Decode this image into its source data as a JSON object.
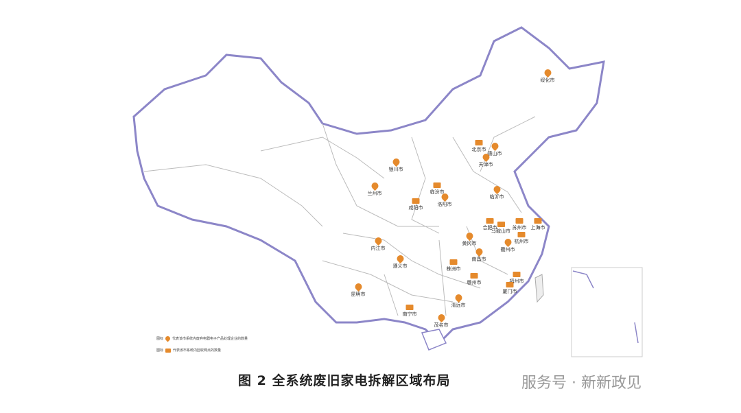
{
  "caption": "图 2  全系统废旧家电拆解区域布局",
  "watermark": "服务号 · 新新政见",
  "colors": {
    "marker": "#e58a2c",
    "border": "#8c86c8",
    "province": "#bbbbbb",
    "label_blue": "#4aa8d8"
  },
  "legend": [
    {
      "icon": "pin-marker",
      "prefix": "图标",
      "text": "代表该市系统内废弃电器电子产品处理企业的数量"
    },
    {
      "icon": "box-marker",
      "prefix": "图标",
      "text": "代表该市系统内回收网点的数量"
    }
  ],
  "cities": [
    {
      "name": "绥化市",
      "type": "pin"
    },
    {
      "name": "北京市",
      "type": "box"
    },
    {
      "name": "唐山市",
      "type": "pin"
    },
    {
      "name": "天津市",
      "type": "pin"
    },
    {
      "name": "银川市",
      "type": "pin"
    },
    {
      "name": "兰州市",
      "type": "pin"
    },
    {
      "name": "临汾市",
      "type": "box"
    },
    {
      "name": "洛阳市",
      "type": "pin"
    },
    {
      "name": "咸阳市",
      "type": "box"
    },
    {
      "name": "临沂市",
      "type": "pin"
    },
    {
      "name": "合肥市",
      "type": "box"
    },
    {
      "name": "马鞍山市",
      "type": "box"
    },
    {
      "name": "苏州市",
      "type": "box"
    },
    {
      "name": "上海市",
      "type": "box"
    },
    {
      "name": "黄冈市",
      "type": "pin"
    },
    {
      "name": "杭州市",
      "type": "box"
    },
    {
      "name": "衢州市",
      "type": "pin"
    },
    {
      "name": "内江市",
      "type": "pin"
    },
    {
      "name": "遵义市",
      "type": "pin"
    },
    {
      "name": "南昌市",
      "type": "pin"
    },
    {
      "name": "株洲市",
      "type": "box"
    },
    {
      "name": "赣州市",
      "type": "box"
    },
    {
      "name": "福州市",
      "type": "box"
    },
    {
      "name": "厦门市",
      "type": "box"
    },
    {
      "name": "昆明市",
      "type": "pin"
    },
    {
      "name": "清远市",
      "type": "pin"
    },
    {
      "name": "南宁市",
      "type": "box"
    },
    {
      "name": "茂名市",
      "type": "pin"
    }
  ]
}
